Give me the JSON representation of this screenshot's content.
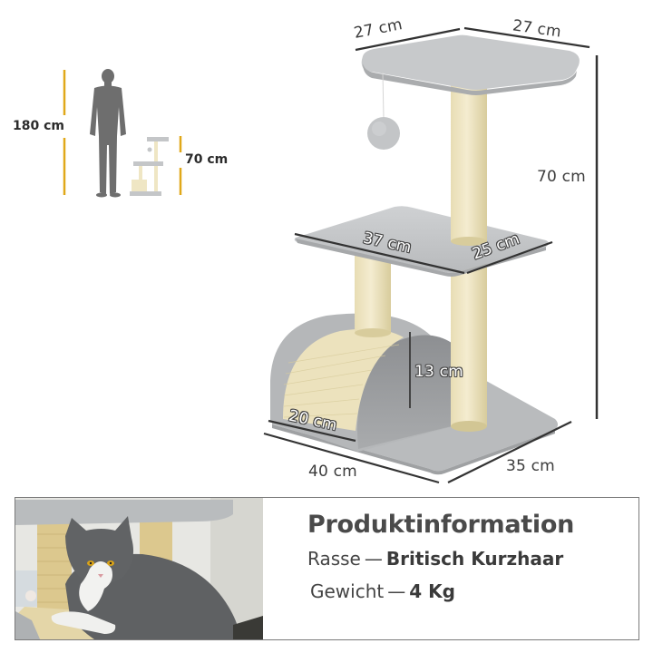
{
  "scale_reference": {
    "person_height_label": "180 cm",
    "tree_height_label": "70 cm",
    "marker_color": "#e0a81a",
    "person_color": "#6e6e6e"
  },
  "product_dimensions": {
    "top_platform_width": "27 cm",
    "top_platform_depth": "27 cm",
    "total_height": "70 cm",
    "middle_platform_width": "37 cm",
    "middle_platform_depth": "25 cm",
    "tunnel_height": "13 cm",
    "scratch_ramp_width": "20 cm",
    "base_width": "40 cm",
    "base_depth": "35 cm"
  },
  "colors": {
    "plush_gray": "#c4c6c8",
    "plush_shadow": "#a9abad",
    "sisal": "#efe6c4",
    "sisal_shadow": "#d9cd9f",
    "dimension_line": "#333333",
    "panel_border": "#7a7a7a"
  },
  "info_panel": {
    "title": "Produktinformation",
    "rows": [
      {
        "key": "Rasse",
        "sep": "—",
        "value": "Britisch Kurzhaar"
      },
      {
        "key": "Gewicht",
        "sep": "—",
        "value": "4 Kg"
      }
    ],
    "photo_alt": "Grey and white British Shorthair cat lying on the cat tree"
  }
}
